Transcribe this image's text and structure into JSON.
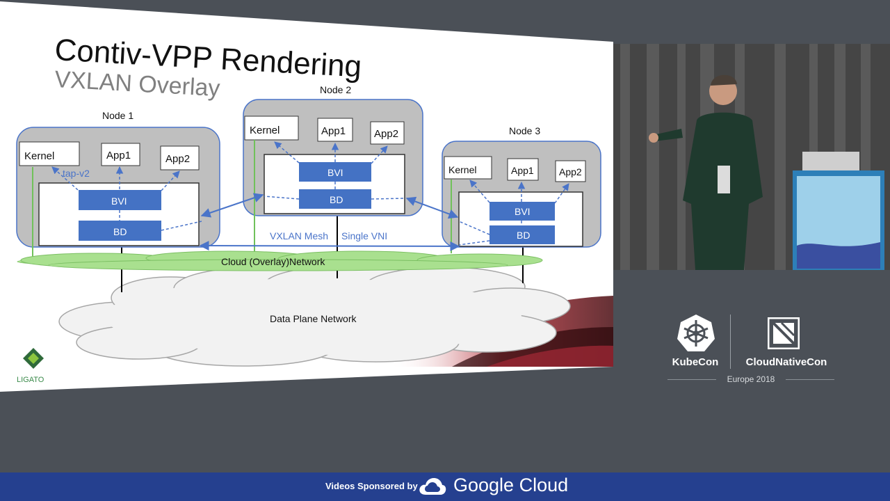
{
  "slide": {
    "title": "Contiv-VPP Rendering",
    "subtitle": "VXLAN Overlay",
    "node1": {
      "label": "Node 1",
      "kernel": "Kernel",
      "app1": "App1",
      "app2": "App2",
      "tap": "tap-v2",
      "bvi": "BVI",
      "bd": "BD"
    },
    "node2": {
      "label": "Node 2",
      "kernel": "Kernel",
      "app1": "App1",
      "app2": "App2",
      "bvi": "BVI",
      "bd": "BD"
    },
    "node3": {
      "label": "Node 3",
      "kernel": "Kernel",
      "app1": "App1",
      "app2": "App2",
      "bvi": "BVI",
      "bd": "BD"
    },
    "mesh_label": "VXLAN Mesh",
    "vni_label": "Single VNI",
    "overlay_network": "Cloud (Overlay)Network",
    "data_plane_network": "Data Plane Network",
    "ligato_logo_text": "LIGATO"
  },
  "branding": {
    "kubecon": "KubeCon",
    "cloudnativecon": "CloudNativeCon",
    "event": "Europe 2018",
    "kubecon_icon": "kubernetes-helm-icon",
    "cloudnativecon_icon": "cncf-icon"
  },
  "footer": {
    "sponsor_text": "Videos Sponsored by",
    "company": "Google Cloud",
    "company_icon": "google-cloud-icon"
  },
  "colors": {
    "background": "#4b5057",
    "footer": "#25408f",
    "vpp_box": "#4472c4",
    "overlay_cloud": "#a9e08f",
    "node_fill": "#bfbfbf"
  }
}
